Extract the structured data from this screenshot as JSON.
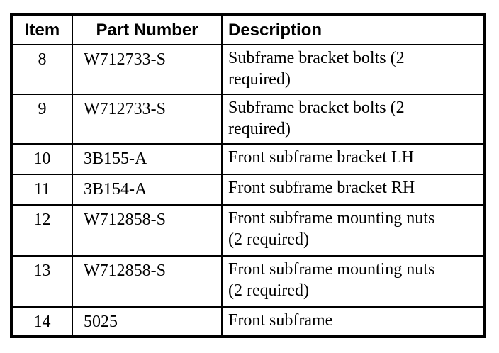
{
  "table": {
    "columns": [
      "Item",
      "Part Number",
      "Description"
    ],
    "rows": [
      {
        "item": "8",
        "part": "W712733-S",
        "desc": "Subframe bracket bolts (2\nrequired)"
      },
      {
        "item": "9",
        "part": "W712733-S",
        "desc": "Subframe bracket bolts (2\nrequired)"
      },
      {
        "item": "10",
        "part": "3B155-A",
        "desc": "Front subframe bracket LH"
      },
      {
        "item": "11",
        "part": "3B154-A",
        "desc": "Front subframe bracket RH"
      },
      {
        "item": "12",
        "part": "W712858-S",
        "desc": "Front subframe mounting nuts\n(2 required)"
      },
      {
        "item": "13",
        "part": "W712858-S",
        "desc": "Front subframe mounting nuts\n(2 required)"
      },
      {
        "item": "14",
        "part": "5025",
        "desc": "Front subframe"
      }
    ],
    "colors": {
      "border": "#000000",
      "background": "#ffffff",
      "text": "#000000"
    }
  }
}
